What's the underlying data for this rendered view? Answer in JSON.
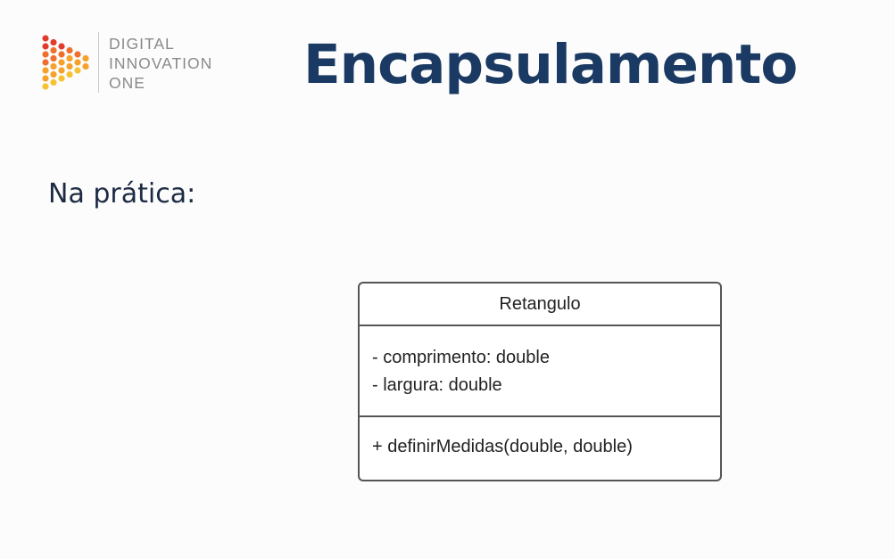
{
  "logo": {
    "lines": [
      "DIGITAL",
      "INNOVATION",
      "ONE"
    ],
    "colors": [
      "#e23b2e",
      "#ef6f2c",
      "#f6a12a",
      "#f7c133"
    ]
  },
  "slide": {
    "title": "Encapsulamento",
    "subtitle": "Na prática:"
  },
  "uml": {
    "class_name": "Retangulo",
    "attributes": [
      "- comprimento: double",
      "- largura: double"
    ],
    "methods": [
      "+ definirMedidas(double, double)"
    ]
  }
}
